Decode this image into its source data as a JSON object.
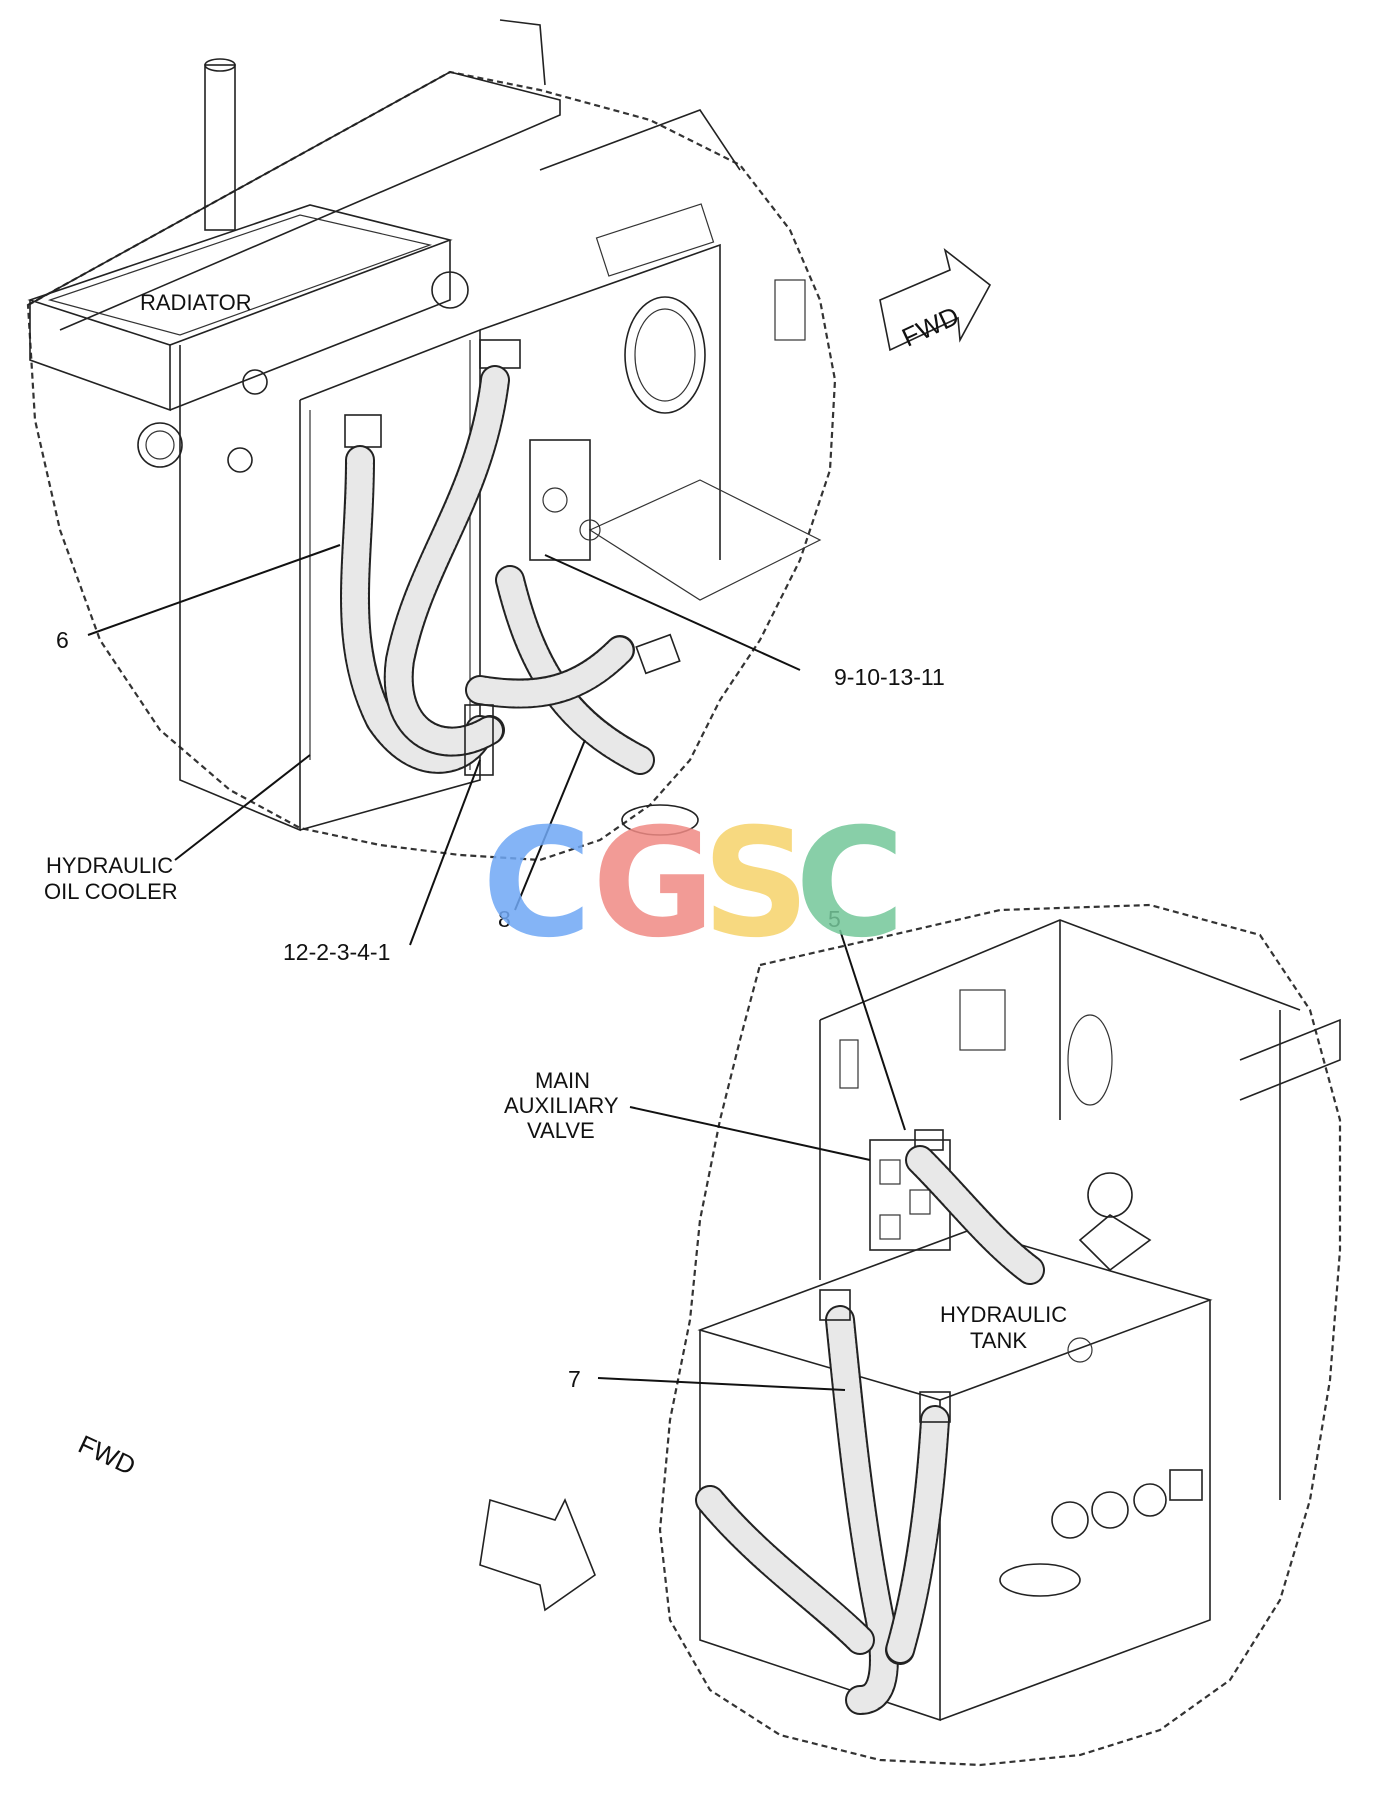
{
  "labels": {
    "radiator": "RADIATOR",
    "hydraulic_oil_cooler": [
      "HYDRAULIC",
      "OIL COOLER"
    ],
    "main_auxiliary_valve": [
      "MAIN",
      "AUXILIARY",
      "VALVE"
    ],
    "hydraulic_tank": [
      "HYDRAULIC",
      "TANK"
    ],
    "fwd_top": "FWD",
    "fwd_bottom": "FWD"
  },
  "callouts": {
    "c6": "6",
    "c9": "9-10-13-11",
    "c12": "12-2-3-4-1",
    "c8": "8",
    "c5": "5",
    "c7": "7"
  },
  "watermark": {
    "letters": [
      "C",
      "G",
      "S",
      "C"
    ],
    "colors": [
      "#6fa8f5",
      "#f08a84",
      "#f6d36b",
      "#74c79a"
    ]
  }
}
